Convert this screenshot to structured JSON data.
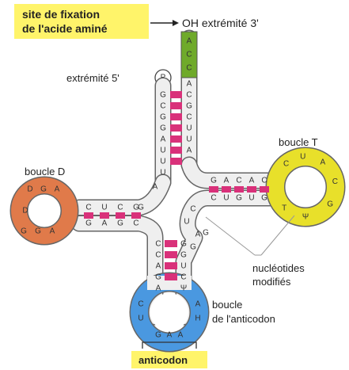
{
  "labels": {
    "site_line1": "site de fixation",
    "site_line2": "de l'acide aminé",
    "oh3": "OH  extrémité 3'",
    "p_circle": "P",
    "end5": "extrémité 5'",
    "boucle_d": "boucle D",
    "boucle_t": "boucle T",
    "modif_line1": "nucléotides",
    "modif_line2": "modifiés",
    "anticodon_loop_line1": "boucle",
    "anticodon_loop_line2": "de l'anticodon",
    "anticodon": "anticodon"
  },
  "colors": {
    "yellow_highlight": "#fff46a",
    "acceptor_green": "#6faa2a",
    "base_pair_pink": "#d9317a",
    "d_loop_orange": "#e07a4a",
    "t_loop_yellow": "#e8e02a",
    "anticodon_blue": "#4a98e0",
    "backbone_fill": "#efefef",
    "backbone_edge": "#666666"
  },
  "sequences": {
    "acceptor_stem_3prime": [
      "A",
      "C",
      "C"
    ],
    "acceptor_left_strand": [
      "G",
      "C",
      "G",
      "G",
      "A",
      "U",
      "U",
      "U"
    ],
    "acceptor_right_strand": [
      "A",
      "C",
      "G",
      "C",
      "U",
      "U",
      "A"
    ],
    "d_arm_top": [
      "C",
      "U",
      "C",
      "G"
    ],
    "d_arm_bottom": [
      "G",
      "A",
      "G",
      "C"
    ],
    "d_loop_top": [
      "D",
      "G",
      "A"
    ],
    "d_loop_bottom": [
      "G",
      "G",
      "A"
    ],
    "d_loop_left": [
      "D"
    ],
    "junction_g": "G",
    "junction_a": "A",
    "t_arm_top": [
      "G",
      "A",
      "C",
      "A",
      "C"
    ],
    "t_arm_bottom": [
      "C",
      "U",
      "G",
      "U",
      "G"
    ],
    "t_loop": [
      "C",
      "U",
      "A",
      "C",
      "G",
      "Ψ",
      "T"
    ],
    "variable_loop": [
      "C",
      "U",
      "A",
      "G",
      "G"
    ],
    "anticodon_left": [
      "C",
      "C",
      "A",
      "G",
      "A"
    ],
    "anticodon_right": [
      "G",
      "G",
      "U",
      "C",
      "Ψ"
    ],
    "anticodon_loop_left": [
      "C",
      "U"
    ],
    "anticodon_loop_right": [
      "A",
      "H"
    ],
    "anticodon_bases": [
      "G",
      "A",
      "A"
    ]
  }
}
